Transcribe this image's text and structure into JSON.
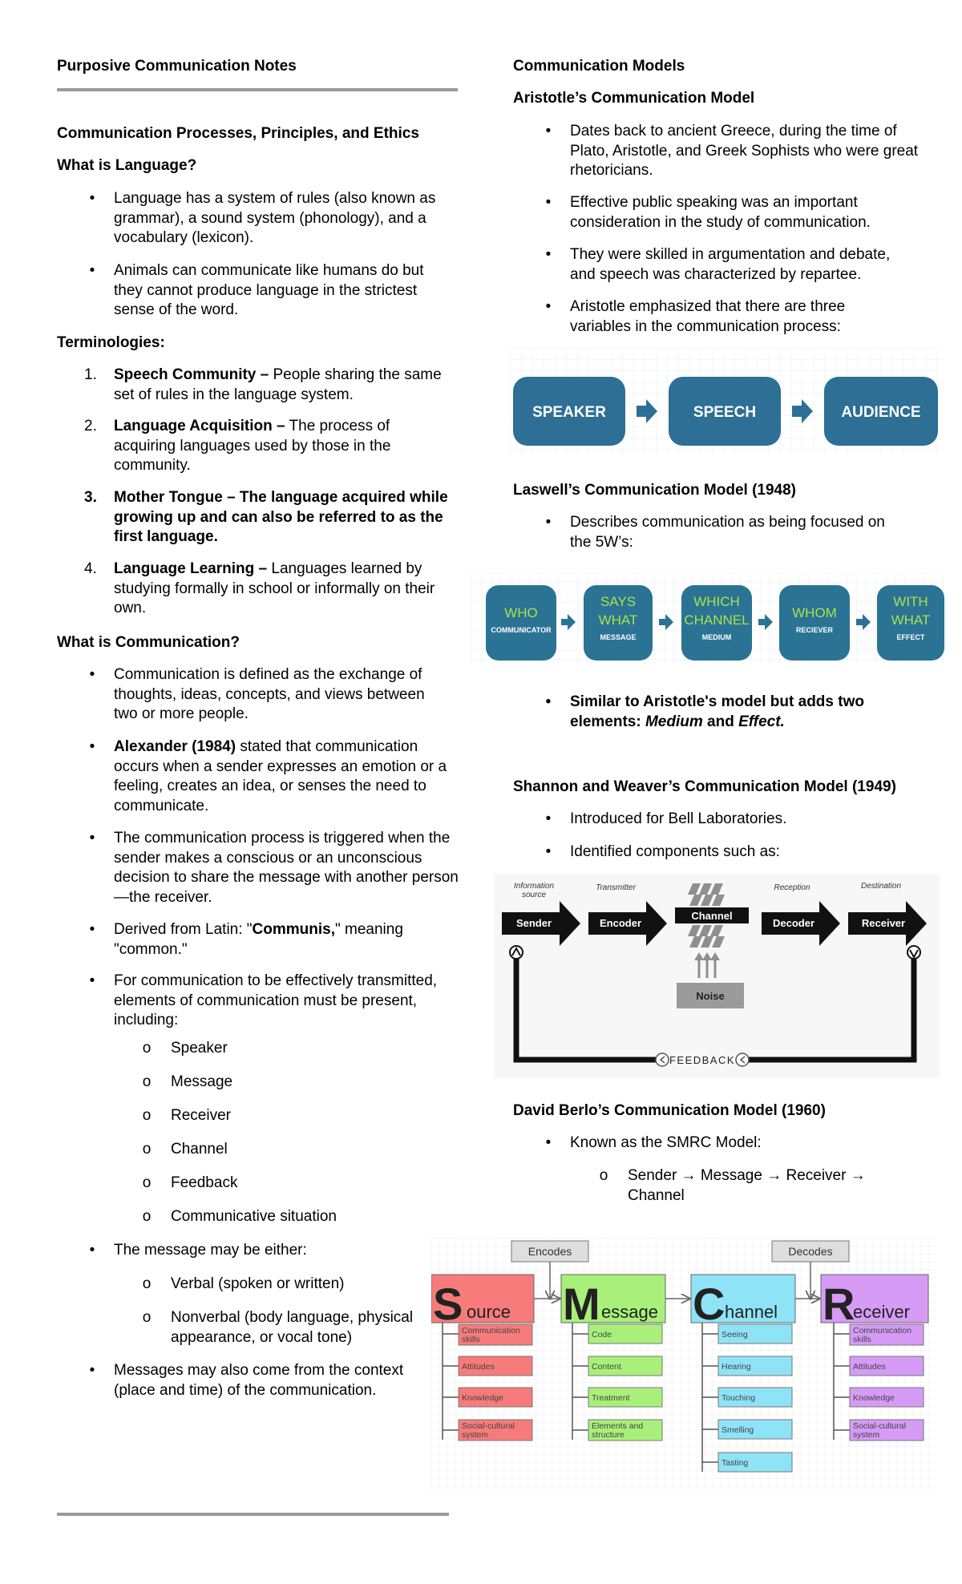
{
  "left": {
    "doc_title": "Purposive Communication Notes",
    "section_title": "Communication Processes, Principles, and Ethics",
    "q_language": "What is Language?",
    "lang_bullets": [
      "Language has a system of rules (also known as grammar), a sound system (phonology), and a vocabulary (lexicon).",
      "Animals can communicate like humans do but they cannot produce language in the strictest sense of the word."
    ],
    "terminologies_title": "Terminologies:",
    "terms": [
      {
        "num": "1.",
        "term": "Speech Community –",
        "def": " People sharing the same set of rules in the language system."
      },
      {
        "num": "2.",
        "term": "Language Acquisition –",
        "def": " The process of acquiring languages used by those in the community."
      },
      {
        "num": "3.",
        "term": "Mother Tongue – The language acquired while growing up and can also be referred to as the first language.",
        "def": ""
      },
      {
        "num": "4.",
        "term": "Language Learning –",
        "def": " Languages learned by studying formally in school or informally on their own."
      }
    ],
    "q_communication": "What is Communication?",
    "comm_bullet_1": "Communication is defined as the exchange of thoughts, ideas, concepts, and views between two or more people.",
    "comm_bullet_2_bold": "Alexander (1984)",
    "comm_bullet_2_rest": " stated that communication occurs when a sender expresses an emotion or a feeling, creates an idea, or senses the need to communicate.",
    "comm_bullet_3": "The communication process is triggered when the sender makes a conscious or an unconscious decision to share the message with another person—the receiver.",
    "comm_bullet_4_pre": "Derived from Latin: \"",
    "comm_bullet_4_bold": "Communis,",
    "comm_bullet_4_post": "\" meaning \"common.\"",
    "comm_bullet_5": "For communication to be effectively transmitted, elements of communication must be present, including:",
    "elements": [
      "Speaker",
      "Message",
      "Receiver",
      "Channel",
      "Feedback",
      "Communicative situation"
    ],
    "message_either": "The message may be either:",
    "message_types": [
      "Verbal (spoken or written)",
      "Nonverbal (body language, physical appearance, or vocal tone)"
    ],
    "context_bullet": "Messages may also come from the context (place and time) of the communication."
  },
  "right": {
    "models_title": "Communication Models",
    "aristotle_title": "Aristotle’s Communication Model",
    "aristotle_bullets": [
      "Dates back to ancient Greece, during the time of Plato, Aristotle, and Greek Sophists who were great rhetoricians.",
      "Effective public speaking was an important consideration in the study of communication.",
      "They were skilled in argumentation and debate, and speech was characterized by repartee.",
      "Aristotle emphasized that there are three variables in the communication process:"
    ],
    "aristotle_diagram": [
      "SPEAKER",
      "SPEECH",
      "AUDIENCE"
    ],
    "laswell_title": "Laswell’s Communication Model (1948)",
    "laswell_bullet": "Describes communication as being focused on the 5W’s:",
    "laswell_diagram": [
      {
        "big": "WHO",
        "small": "COMMUNICATOR"
      },
      {
        "big": "SAYS WHAT",
        "small": "MESSAGE"
      },
      {
        "big": "WHICH CHANNEL",
        "small": "MEDIUM"
      },
      {
        "big": "WHOM",
        "small": "RECIEVER"
      },
      {
        "big": "WITH WHAT",
        "small": "EFFECT"
      }
    ],
    "laswell_note_pre": "Similar to Aristotle's model but adds two elements: ",
    "laswell_note_medium": "Medium",
    "laswell_note_and": " and ",
    "laswell_note_effect": "Effect.",
    "shannon_title": "Shannon and Weaver’s Communication Model (1949)",
    "shannon_bullets": [
      "Introduced for Bell Laboratories.",
      "Identified components such as:"
    ],
    "shannon_diagram": {
      "top_labels": [
        "Information source",
        "Transmitter",
        "Reception",
        "Destination"
      ],
      "boxes": [
        "Sender",
        "Encoder",
        "Channel",
        "Decoder",
        "Receiver"
      ],
      "noise": "Noise",
      "feedback": "FEEDBACK"
    },
    "berlo_title": "David Berlo’s Communication Model (1960)",
    "berlo_bullet": "Known as the SMRC Model:",
    "berlo_sub": "Sender → Message → Receiver → Channel",
    "smcr": {
      "encodes": "Encodes",
      "decodes": "Decodes",
      "heads": [
        {
          "letter": "S",
          "rest": "ource",
          "color": "#f77b7b"
        },
        {
          "letter": "M",
          "rest": "essage",
          "color": "#a8f07a"
        },
        {
          "letter": "C",
          "rest": "hannel",
          "color": "#8fe3f7"
        },
        {
          "letter": "R",
          "rest": "eceiver",
          "color": "#d59bf5"
        }
      ],
      "source_items": [
        "Communication skills",
        "Attitudes",
        "Knowledge",
        "Social-cultural system"
      ],
      "message_items": [
        "Code",
        "Content",
        "Treatment",
        "Elements and structure"
      ],
      "channel_items": [
        "Seeing",
        "Hearing",
        "Touching",
        "Smelling",
        "Tasting"
      ],
      "receiver_items": [
        "Communication skills",
        "Attitudes",
        "Knowledge",
        "Social-cultural system"
      ]
    }
  },
  "colors": {
    "aristotle_box": "#2d6f95",
    "laswell_box": "#2b7394",
    "laswell_text": "#a7e34a",
    "rule": "#9a9a9a"
  }
}
